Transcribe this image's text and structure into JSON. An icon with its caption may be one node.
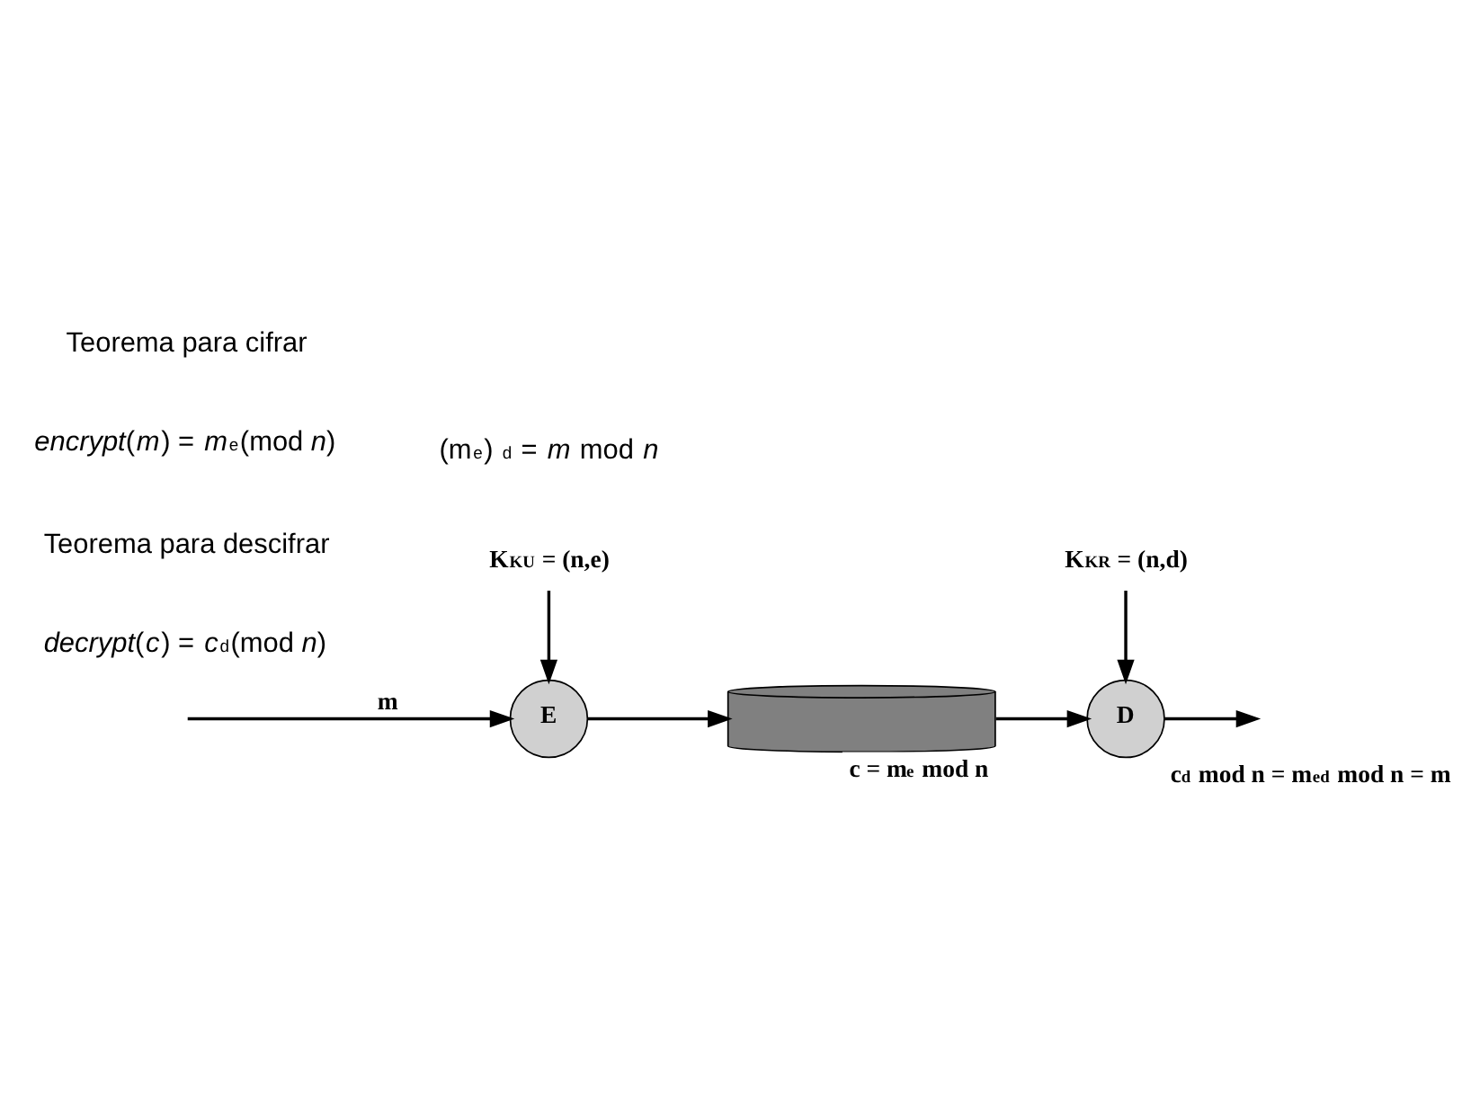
{
  "diagram": {
    "nodes": [
      {
        "text": [
          "E"
        ]
      },
      {
        "text": [],
        "shape": "cylinder",
        "beside": [
          "c = m$^{e}$ mod n"
        ]
      },
      {
        "text": [
          "D"
        ],
        "beside": [
          "c$^{d}$ mod n = m$^{ed}$ mod n = m"
        ]
      },
      {
        "text": [
          "K$_{KU}$ = (n,e)"
        ]
      },
      {
        "text": [
          "K$_{KR}$ = (n,d)"
        ]
      }
    ],
    "edges": [
      {
        "from": null,
        "to": 0,
        "arrow": "to",
        "label": "m"
      },
      {
        "from": 0,
        "to": 1,
        "arrow": "to"
      },
      {
        "from": 1,
        "to": 2,
        "arrow": "to"
      },
      {
        "from": 2,
        "to": null,
        "arrow": "to"
      },
      {
        "from": 3,
        "to": 0,
        "arrow": "to"
      },
      {
        "from": 4,
        "to": 2,
        "arrow": "to"
      }
    ],
    "labels": [
      "Teorema para cifrar",
      "*encrypt*(*m*) = *m*$^{e}$(mod *n*)",
      "Teorema para descifrar",
      "*decrypt*(*c*) = *c*$^{d}$(mod *n*)",
      "(m$^{e}$) $^{d}$ = *m* mod *n*"
    ]
  }
}
